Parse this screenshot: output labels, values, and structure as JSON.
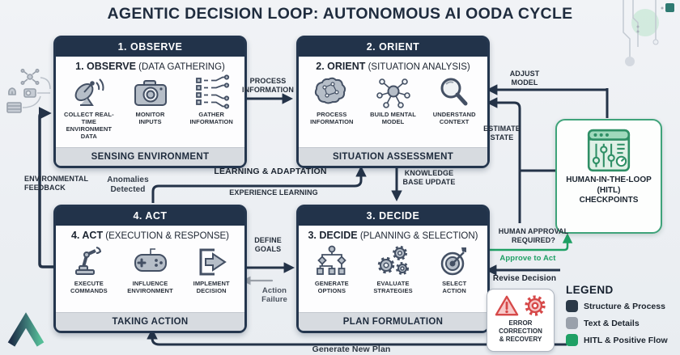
{
  "title": "AGENTIC DECISION LOOP: AUTONOMOUS AI OODA CYCLE",
  "colors": {
    "navy": "#243348",
    "green": "#1fa065",
    "red": "#d64949",
    "gray": "#9aa0a8"
  },
  "boxes": {
    "observe": {
      "header": "1. OBSERVE",
      "title_bold": "1. OBSERVE",
      "title_rest": " (DATA GATHERING)",
      "items": [
        {
          "icon": "satellite-dish-icon",
          "label": "COLLECT REAL-TIME\nENVIRONMENT DATA"
        },
        {
          "icon": "camera-icon",
          "label": "MONITOR\nINPUTS"
        },
        {
          "icon": "circuit-list-icon",
          "label": "GATHER\nINFORMATION"
        }
      ],
      "footer": "SENSING ENVIRONMENT"
    },
    "orient": {
      "header": "2. ORIENT",
      "title_bold": "2. ORIENT",
      "title_rest": " (SITUATION ANALYSIS)",
      "items": [
        {
          "icon": "brain-icon",
          "label": "PROCESS\nINFORMATION"
        },
        {
          "icon": "network-icon",
          "label": "BUILD MENTAL\nMODEL"
        },
        {
          "icon": "magnifier-icon",
          "label": "UNDERSTAND\nCONTEXT"
        }
      ],
      "footer": "SITUATION ASSESSMENT"
    },
    "decide": {
      "header": "3. DECIDE",
      "title_bold": "3. DECIDE",
      "title_rest": " (PLANNING & SELECTION)",
      "items": [
        {
          "icon": "flowchart-tree-icon",
          "label": "GENERATE\nOPTIONS"
        },
        {
          "icon": "gears-icon",
          "label": "EVALUATE\nSTRATEGIES"
        },
        {
          "icon": "target-icon",
          "label": "SELECT\nACTION"
        }
      ],
      "footer": "PLAN FORMULATION"
    },
    "act": {
      "header": "4. ACT",
      "title_bold": "4. ACT",
      "title_rest": " (EXECUTION & RESPONSE)",
      "items": [
        {
          "icon": "robot-arm-icon",
          "label": "EXECUTE\nCOMMANDS"
        },
        {
          "icon": "game-controller-icon",
          "label": "INFLUENCE\nENVIRONMENT"
        },
        {
          "icon": "door-arrow-icon",
          "label": "IMPLEMENT\nDECISION"
        }
      ],
      "footer": "TAKING ACTION"
    }
  },
  "labels": {
    "process_information": "PROCESS\nINFORMATION",
    "adjust_model": "ADJUST\nMODEL",
    "estimate_state": "ESTIMATE\nSTATE",
    "knowledge_base_update": "KNOWLEDGE\nBASE UPDATE",
    "learning_adaptation": "LEARNING & ADAPTATION",
    "experience_learning": "EXPERIENCE LEARNING",
    "environmental_feedback": "ENVIRONMENTAL\nFEEDBACK",
    "anomalies_detected": "Anomalies\nDetected",
    "define_goals": "DEFINE\nGOALS",
    "action_failure": "Action\nFailure",
    "human_approval": "HUMAN APPROVAL\nREQUIRED?",
    "approve_to_act": "Approve to Act",
    "revise_decision": "Revise Decision",
    "generate_new_plan": "Generate New Plan"
  },
  "hitl": {
    "label": "HUMAN-IN-THE-LOOP\n(HITL)\nCHECKPOINTS",
    "icon": "mixer-panel-icon"
  },
  "error_box": {
    "label": "ERROR\nCORRECTION\n& RECOVERY",
    "icons": [
      "warning-triangle-icon",
      "gear-icon"
    ]
  },
  "legend": {
    "title": "LEGEND",
    "items": [
      {
        "color": "#2b3947",
        "label": "Structure & Process"
      },
      {
        "color": "#9aa1ab",
        "label": "Text & Details"
      },
      {
        "color": "#1fa065",
        "label": "HITL & Positive Flow"
      }
    ]
  }
}
